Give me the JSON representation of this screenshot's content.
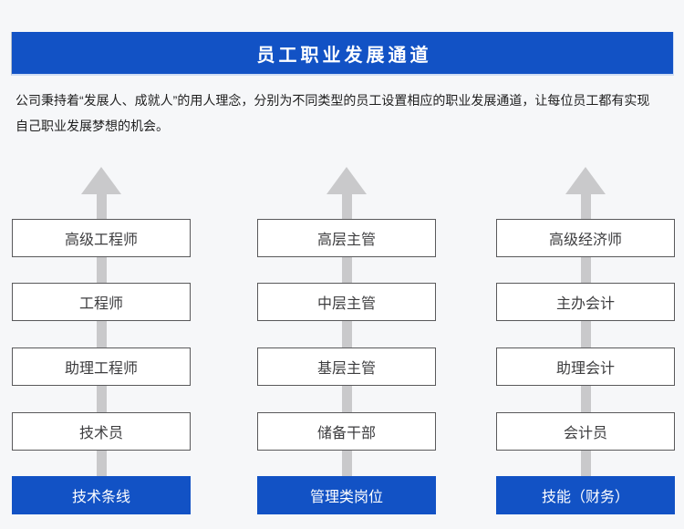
{
  "page": {
    "background_color": "#f6f7f9"
  },
  "header": {
    "title": "员工职业发展通道",
    "background_color": "#1252c5",
    "text_color": "#ffffff"
  },
  "description": {
    "line1": "公司秉持着“发展人、成就人”的用人理念，分别为不同类型的员工设置相应的职业发展通道，让每位员工都有实现",
    "line2": "自己职业发展梦想的机会。"
  },
  "colors": {
    "accent_blue": "#1252c5",
    "arrow_gray": "#c9c9cb",
    "box_border": "#59595b",
    "box_text": "#3d3d3f"
  },
  "columns": [
    {
      "track": "技术条线",
      "levels": [
        "高级工程师",
        "工程师",
        "助理工程师",
        "技术员"
      ]
    },
    {
      "track": "管理类岗位",
      "levels": [
        "高层主管",
        "中层主管",
        "基层主管",
        "储备干部"
      ]
    },
    {
      "track": "技能（财务）",
      "levels": [
        "高级经济师",
        "主办会计",
        "助理会计",
        "会计员"
      ]
    }
  ]
}
